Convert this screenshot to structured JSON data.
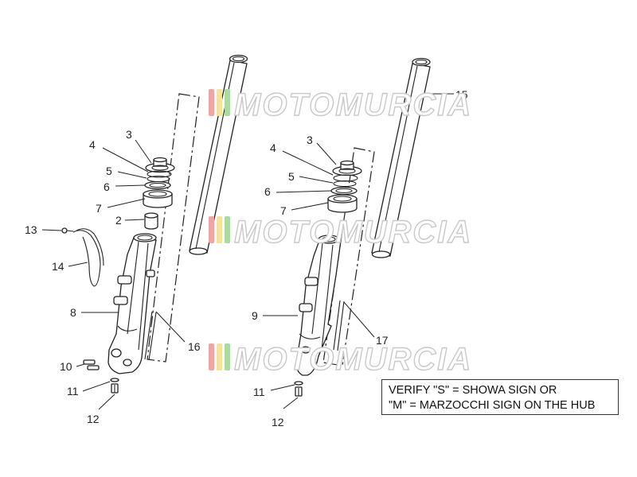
{
  "watermark": {
    "text": "MOTOMURCIA",
    "colors": [
      "#f1a4a4",
      "#f3e39b",
      "#a8dca0"
    ]
  },
  "labels": {
    "l1": "3",
    "l2": "4",
    "l3": "5",
    "l4": "6",
    "l5": "7",
    "l6": "2",
    "l7": "13",
    "l8": "14",
    "l9": "8",
    "l10": "16",
    "l11": "10",
    "l12": "11",
    "l13": "12",
    "r1": "3",
    "r2": "4",
    "r3": "5",
    "r4": "6",
    "r5": "7",
    "r6": "15",
    "r7": "9",
    "r8": "17",
    "r9": "11",
    "r10": "12"
  },
  "note": {
    "line1": "VERIFY \"S\" = SHOWA SIGN OR",
    "line2": "\"M\" = MARZOCCHI SIGN ON THE HUB"
  }
}
